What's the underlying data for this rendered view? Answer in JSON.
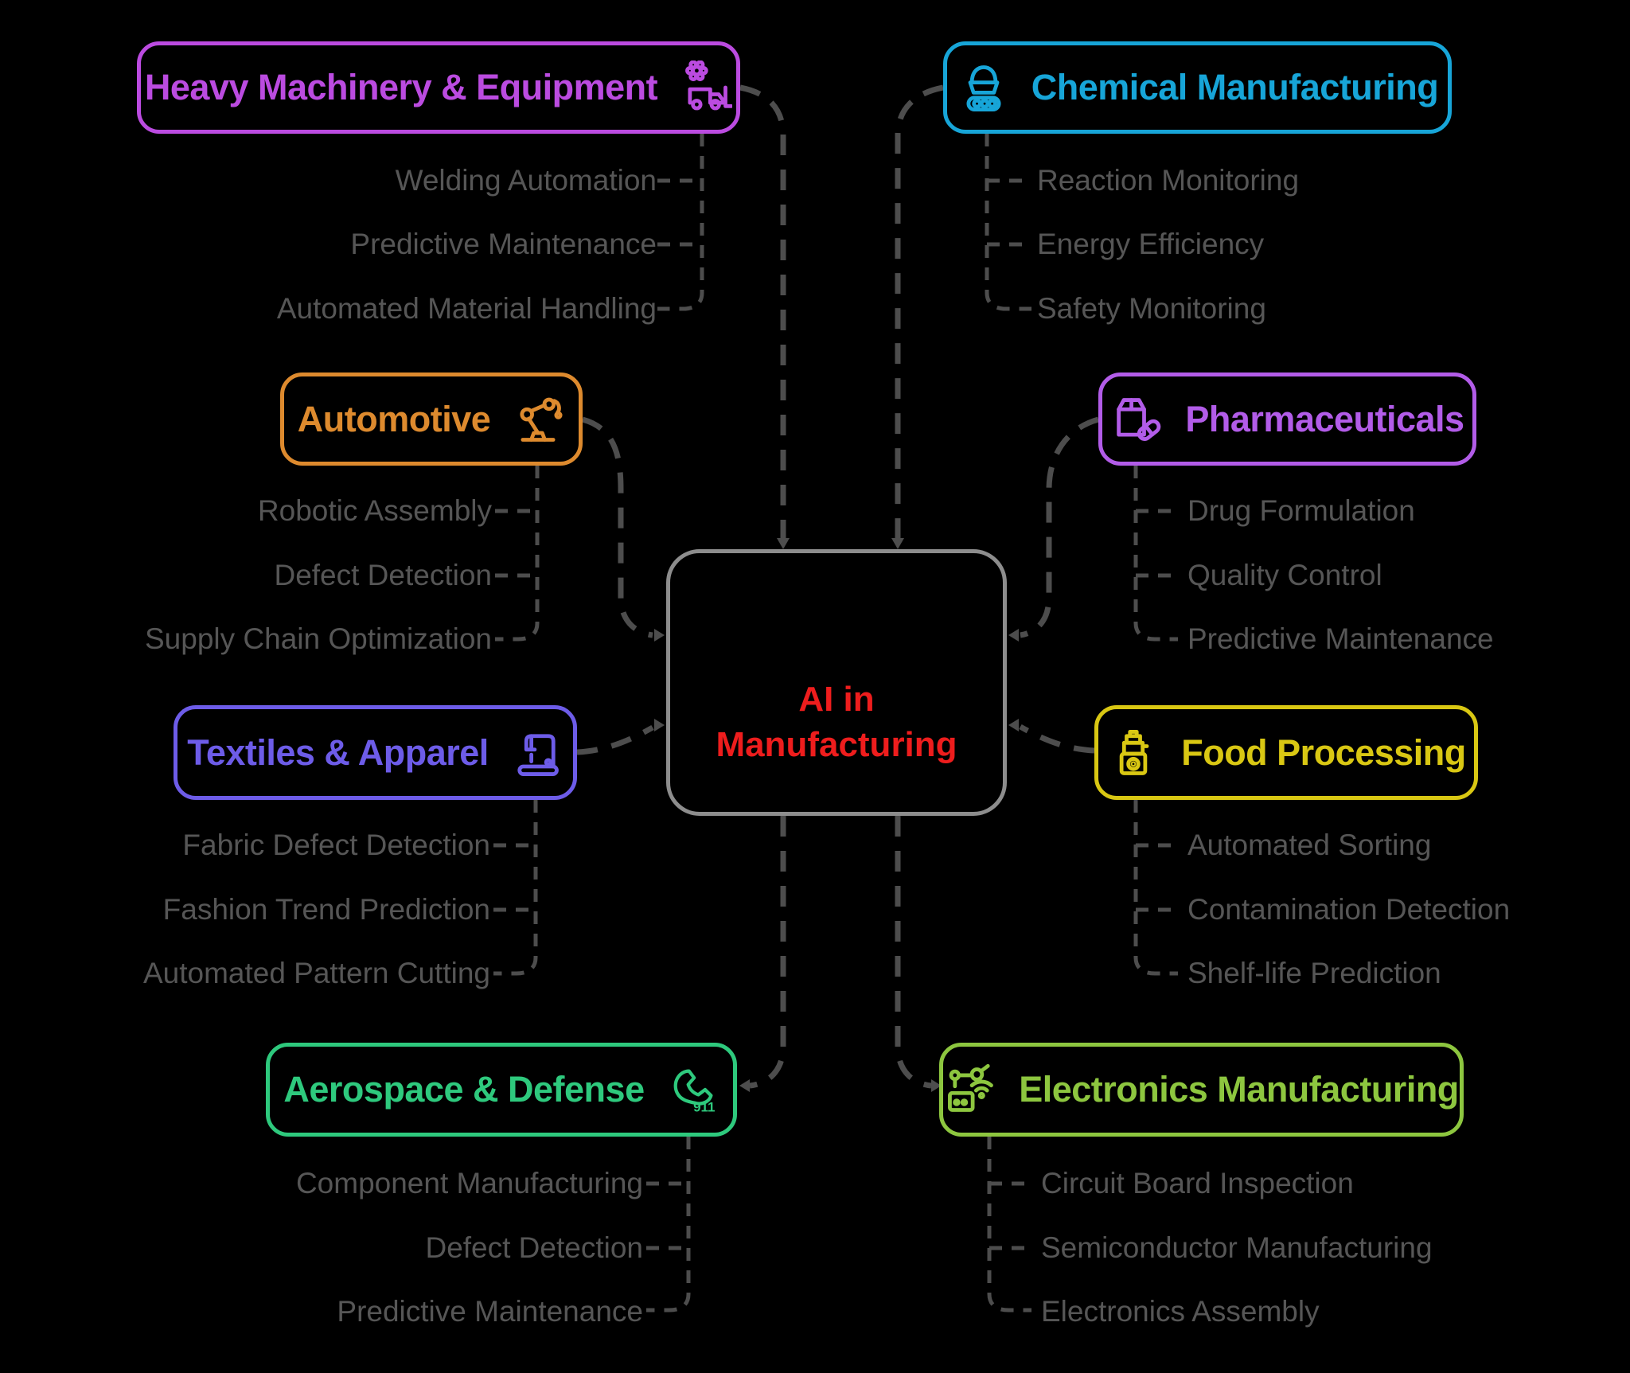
{
  "center": {
    "label": "AI in Manufacturing",
    "lines": [
      "AI in",
      "Manufacturing"
    ],
    "text_color": "#ee1d1d",
    "border_color": "#8d8d8d"
  },
  "branches": [
    {
      "label": "Heavy Machinery & Equipment",
      "color": "#bb4be0",
      "icon": "gear-forklift-icon",
      "items": [
        "Welding Automation",
        "Predictive Maintenance",
        "Automated Material Handling"
      ]
    },
    {
      "label": "Chemical Manufacturing",
      "color": "#17a5d8",
      "icon": "industrial-mixer-icon",
      "items": [
        "Reaction Monitoring",
        "Energy Efficiency",
        "Safety Monitoring"
      ]
    },
    {
      "label": "Automotive",
      "color": "#dd8a2e",
      "icon": "robotic-arm-icon",
      "items": [
        "Robotic Assembly",
        "Defect Detection",
        "Supply Chain Optimization"
      ]
    },
    {
      "label": "Pharmaceuticals",
      "color": "#b25ce8",
      "icon": "medicine-box-pill-icon",
      "items": [
        "Drug Formulation",
        "Quality Control",
        "Predictive Maintenance"
      ]
    },
    {
      "label": "Textiles & Apparel",
      "color": "#6d5ce8",
      "icon": "sewing-machine-icon",
      "items": [
        "Fabric Defect Detection",
        "Fashion Trend Prediction",
        "Automated Pattern Cutting"
      ]
    },
    {
      "label": "Food Processing",
      "color": "#d9c713",
      "icon": "food-processor-icon",
      "items": [
        "Automated Sorting",
        "Contamination Detection",
        "Shelf-life Prediction"
      ]
    },
    {
      "label": "Aerospace & Defense",
      "color": "#2ec97d",
      "icon": "emergency-phone-911-icon",
      "items": [
        "Component Manufacturing",
        "Defect Detection",
        "Predictive Maintenance"
      ]
    },
    {
      "label": "Electronics Manufacturing",
      "color": "#8dc63f",
      "icon": "circuit-robot-wifi-icon",
      "items": [
        "Circuit Board Inspection",
        "Semiconductor Manufacturing",
        "Electronics Assembly"
      ]
    }
  ],
  "colors": {
    "connector": "#4d4d4d",
    "item_text": "#565656",
    "background": "#000000"
  }
}
